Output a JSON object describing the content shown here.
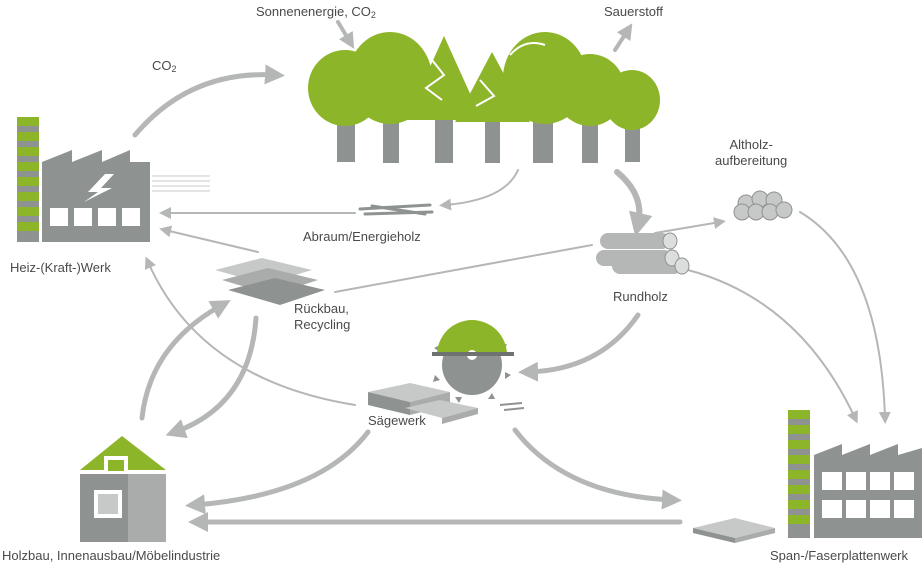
{
  "diagram": {
    "labels": {
      "sun_energy": "Sonnenenergie, CO",
      "sun_energy_sub": "2",
      "oxygen": "Sauerstoff",
      "co2": "CO",
      "co2_sub": "2",
      "altholz_line1": "Altholz-",
      "altholz_line2": "aufbereitung",
      "heizwerk": "Heiz-(Kraft-)Werk",
      "abraum": "Abraum/Energieholz",
      "rundholz": "Rundholz",
      "rueckbau_line1": "Rückbau,",
      "rueckbau_line2": "Recycling",
      "saegewerk": "Sägewerk",
      "holzbau": "Holzbau, Innenausbau/Möbelindustrie",
      "spanplatten": "Span-/Faserplattenwerk"
    },
    "colors": {
      "green": "#8db52a",
      "green_dark": "#6e9420",
      "gray": "#8e9290",
      "gray_light": "#c7c9c8",
      "arrow": "#b4b7b5"
    }
  }
}
